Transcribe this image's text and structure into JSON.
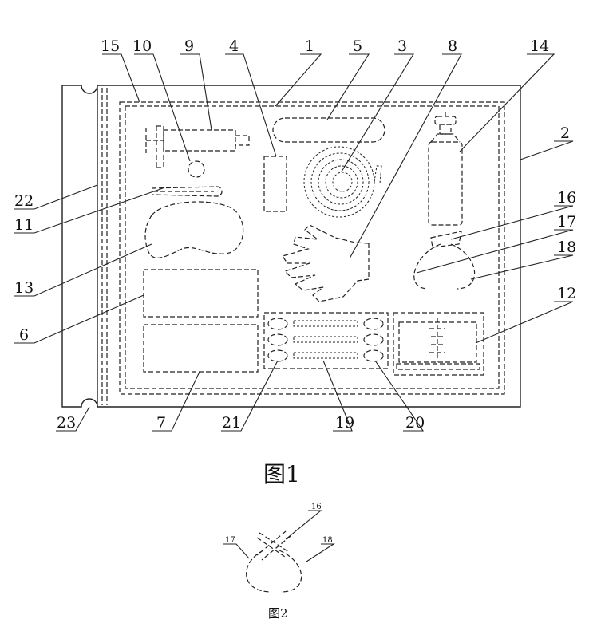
{
  "figure1": {
    "caption": "图1",
    "labels": {
      "l1": "1",
      "l2": "2",
      "l3": "3",
      "l4": "4",
      "l5": "5",
      "l6": "6",
      "l7": "7",
      "l8": "8",
      "l9": "9",
      "l10": "10",
      "l11": "11",
      "l12": "12",
      "l13": "13",
      "l14": "14",
      "l15": "15",
      "l16": "16",
      "l17": "17",
      "l18": "18",
      "l19": "19",
      "l20": "20",
      "l21": "21",
      "l22": "22",
      "l23": "23"
    }
  },
  "figure2": {
    "caption": "图2",
    "labels": {
      "l16": "16",
      "l17": "17",
      "l18": "18"
    }
  },
  "colors": {
    "line": "#222222",
    "background": "#ffffff"
  }
}
